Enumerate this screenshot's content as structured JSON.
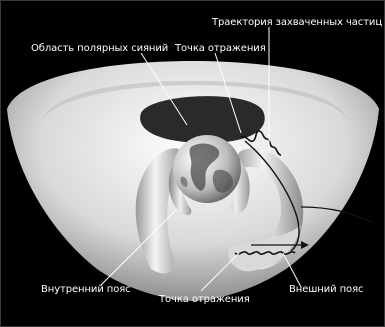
{
  "diagram": {
    "labels": {
      "trapped_particle_path": "Траектория захваченных частиц",
      "aurora_region": "Область полярных сияний",
      "mirror_point_top": "Точка отражения",
      "inner_belt": "Внутренний пояс",
      "mirror_point_bottom": "Точка отражения",
      "outer_belt": "Внешний пояс"
    },
    "colors": {
      "background": "#000000",
      "label_text": "#ffffff",
      "belt_light": "#f2f2f2",
      "belt_shadow": "#7a7a7a",
      "trajectory": "#111111"
    },
    "icons": {
      "earth": "earth-globe-icon"
    }
  }
}
